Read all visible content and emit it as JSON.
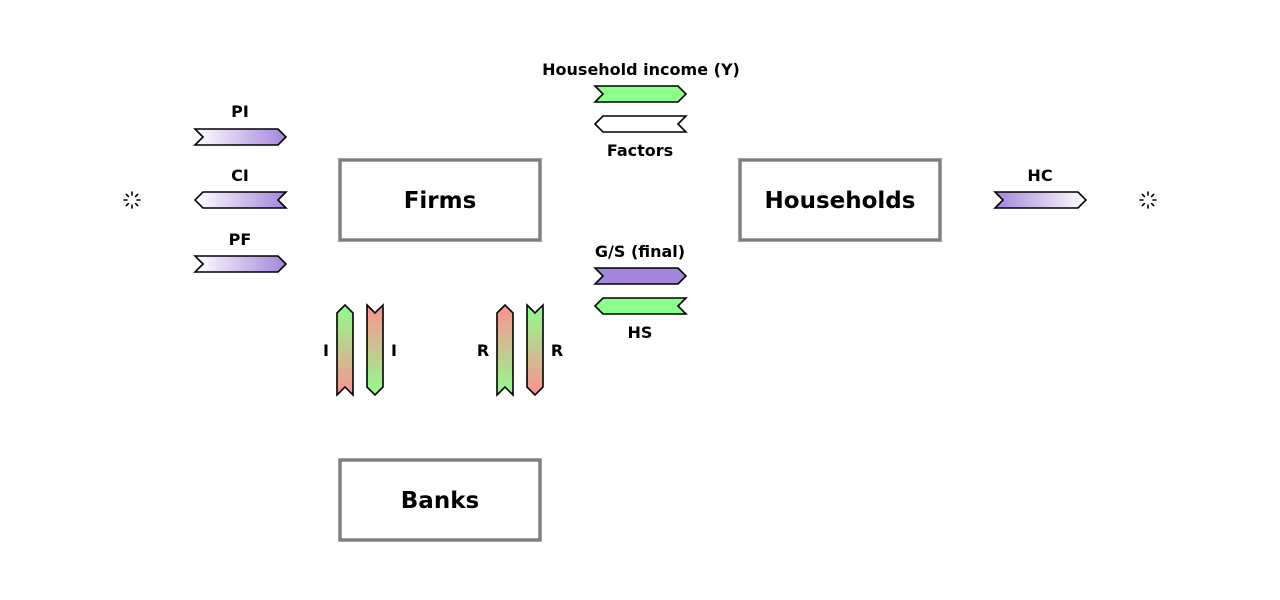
{
  "colors": {
    "money": "#8cff8c",
    "goods": "#a485dc",
    "interest": "#ff9090",
    "box_border": "#808080"
  },
  "nodes": {
    "firms": "Firms",
    "households": "Households",
    "banks": "Banks"
  },
  "flows": {
    "pi": "PI",
    "ci": "CI",
    "pf": "PF",
    "hc": "HC",
    "household_income": "Household income (Y)",
    "factors": "Factors",
    "gs_final": "G/S (final)",
    "hs": "HS",
    "investment_left": "I",
    "investment_right": "I",
    "repayment_left": "R",
    "repayment_right": "R"
  },
  "icons": {
    "left_source": "source-sink-icon",
    "right_sink": "source-sink-icon"
  }
}
